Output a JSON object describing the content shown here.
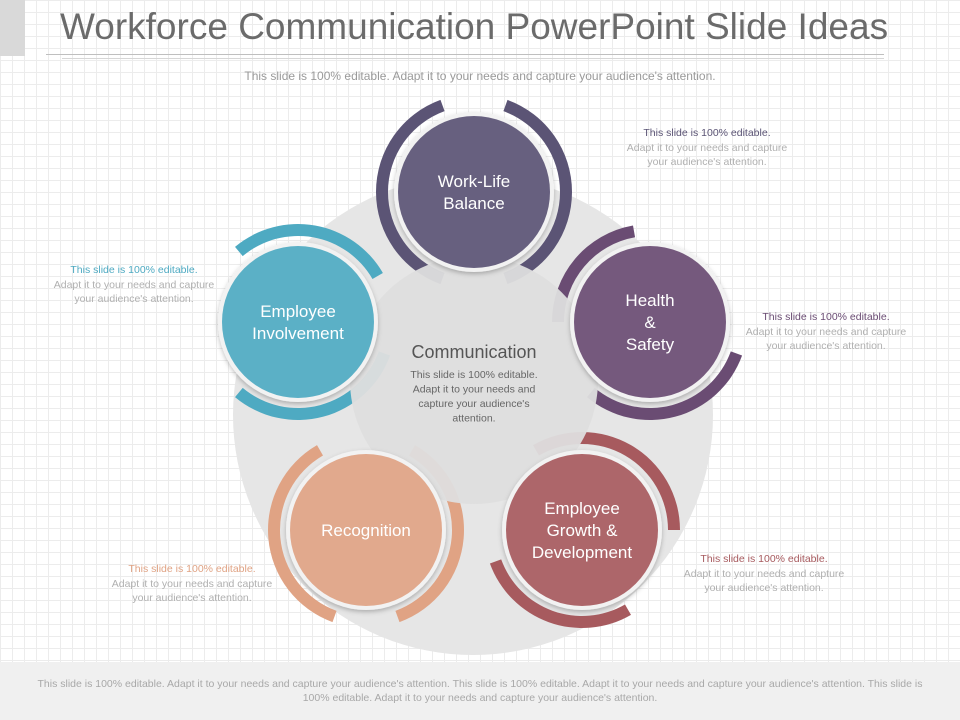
{
  "slide": {
    "title": "Workforce Communication PowerPoint Slide Ideas",
    "subtitle": "This slide is 100% editable. Adapt it to your needs and capture your audience's attention."
  },
  "center": {
    "title": "Communication",
    "text": [
      "This slide is 100% editable.",
      "Adapt it to your needs and",
      "capture your audience's",
      "attention."
    ]
  },
  "nodes": [
    {
      "id": "work-life-balance",
      "lines": [
        "Work-Life",
        "Balance"
      ],
      "color": "#5b5475"
    },
    {
      "id": "health-safety",
      "lines": [
        "Health",
        "&",
        "Safety"
      ],
      "color": "#6a4c73"
    },
    {
      "id": "employee-growth",
      "lines": [
        "Employee",
        "Growth &",
        "Development"
      ],
      "color": "#a75a5e"
    },
    {
      "id": "recognition",
      "lines": [
        "Recognition"
      ],
      "color": "#e0a384"
    },
    {
      "id": "employee-involvement",
      "lines": [
        "Employee",
        "Involvement"
      ],
      "color": "#4eaac2"
    }
  ],
  "notes": [
    {
      "id": "work-life-balance",
      "lead": "This slide is 100% editable.",
      "body": "Adapt it to your needs and capture your audience's attention.",
      "color": "#5b5475"
    },
    {
      "id": "health-safety",
      "lead": "This slide is 100% editable.",
      "body": "Adapt it to your needs and capture your audience's attention.",
      "color": "#6a4c73"
    },
    {
      "id": "employee-growth",
      "lead": "This slide is 100% editable.",
      "body": "Adapt it to your needs and capture your audience's attention.",
      "color": "#a75a5e"
    },
    {
      "id": "recognition",
      "lead": "This slide is 100% editable.",
      "body": "Adapt it to your needs and capture your audience's attention.",
      "color": "#e0a384"
    },
    {
      "id": "employee-involvement",
      "lead": "This slide is 100% editable.",
      "body": "Adapt it to your needs and capture your audience's attention.",
      "color": "#4eaac2"
    }
  ],
  "footer": {
    "text": "This slide is 100% editable. Adapt it to your needs and capture your audience's attention. This slide is 100% editable. Adapt it to your needs and capture your audience's attention. This slide is 100% editable. Adapt it to your needs and capture your audience's attention."
  }
}
